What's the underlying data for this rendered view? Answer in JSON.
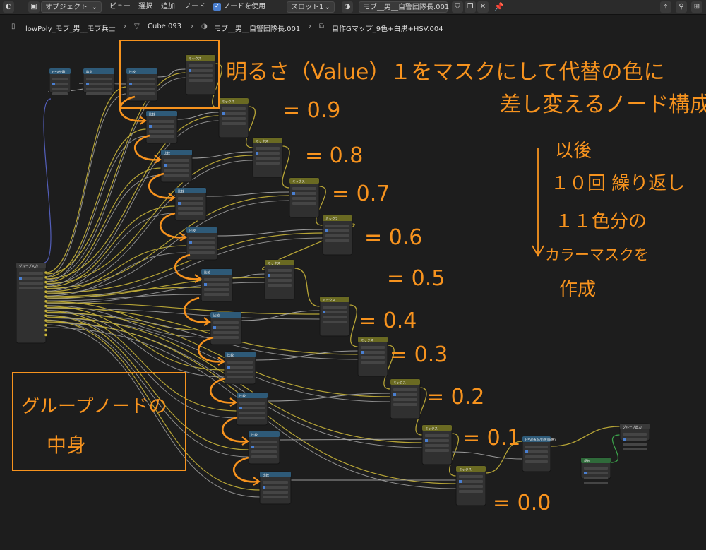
{
  "header": {
    "mode": "オブジェクト",
    "menus": [
      "ビュー",
      "選択",
      "追加",
      "ノード"
    ],
    "use_nodes_label": "ノードを使用",
    "slot": "スロット1",
    "material": "モブ__男__自警団隊長.001"
  },
  "breadcrumb": [
    "lowPoly_モブ_男__モブ兵士",
    "Cube.093",
    "モブ__男__自警団隊長.001",
    "自作Gマップ_9色+白黒+HSV.004"
  ],
  "annotations": {
    "title_line1": "明るさ（Value）１をマスクにして代替の色に",
    "title_line2": "差し変えるノード構成",
    "side_line1": "以後",
    "side_line2": "１０回 繰り返し",
    "side_line3": "１１色分の",
    "side_line4": "カラーマスクを",
    "side_line5": "作成",
    "group_line1": "グループノードの",
    "group_line2": "中身",
    "values": [
      "= 0.9",
      "= 0.8",
      "= 0.7",
      "= 0.6",
      "= 0.5",
      "= 0.4",
      "= 0.3",
      "= 0.2",
      "= 0.1",
      "= 0.0"
    ]
  },
  "nodes": {
    "group_input": "グループ入力",
    "group_output": "グループ出力",
    "separate": "HSV分離",
    "reroute_like": "数学",
    "compare": "比較",
    "mix": "ミックス",
    "hsv": "HSV(色相/彩度/明度)",
    "invert": "反転"
  },
  "colors": {
    "accent_orange": "#f7931e",
    "yellow_link": "#c8b43a",
    "gray_link": "#9a9a9a",
    "blue_header": "#2e5a78",
    "olive_header": "#6a6a22",
    "green_header": "#2f6a3a"
  }
}
